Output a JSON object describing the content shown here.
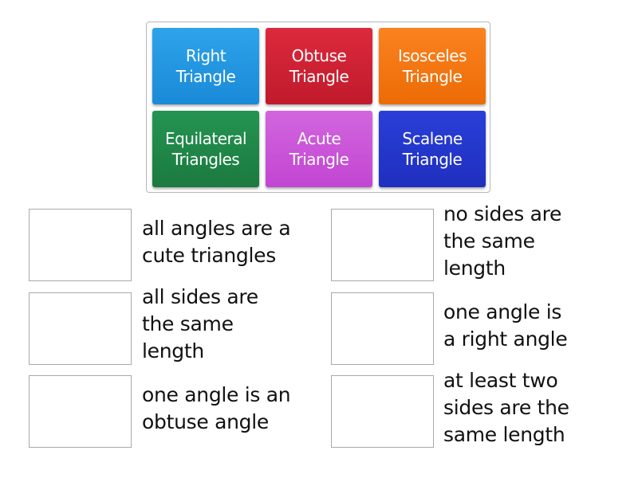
{
  "bank": {
    "tiles": [
      {
        "label": "Right\nTriangle",
        "color_top": "#2ea3ea",
        "color_bottom": "#1a8ad8"
      },
      {
        "label": "Obtuse\nTriangle",
        "color_top": "#dc2a3c",
        "color_bottom": "#c01a2c"
      },
      {
        "label": "Isosceles\nTriangle",
        "color_top": "#fb8220",
        "color_bottom": "#ec6c06"
      },
      {
        "label": "Equilateral\nTriangles",
        "color_top": "#249452",
        "color_bottom": "#1b7a3f"
      },
      {
        "label": "Acute\nTriangle",
        "color_top": "#d266de",
        "color_bottom": "#c245d2"
      },
      {
        "label": "Scalene\nTriangle",
        "color_top": "#2a3fd8",
        "color_bottom": "#1f2fbf"
      }
    ]
  },
  "matches": [
    {
      "description": "all angles are a\ncute triangles",
      "slot_value": ""
    },
    {
      "description": "no sides are\nthe same\nlength",
      "slot_value": ""
    },
    {
      "description": "all sides are\nthe same\nlength",
      "slot_value": ""
    },
    {
      "description": "one angle is\na right angle",
      "slot_value": ""
    },
    {
      "description": "one angle is an\nobtuse angle",
      "slot_value": ""
    },
    {
      "description": "at least two\nsides are the\nsame length",
      "slot_value": ""
    }
  ]
}
